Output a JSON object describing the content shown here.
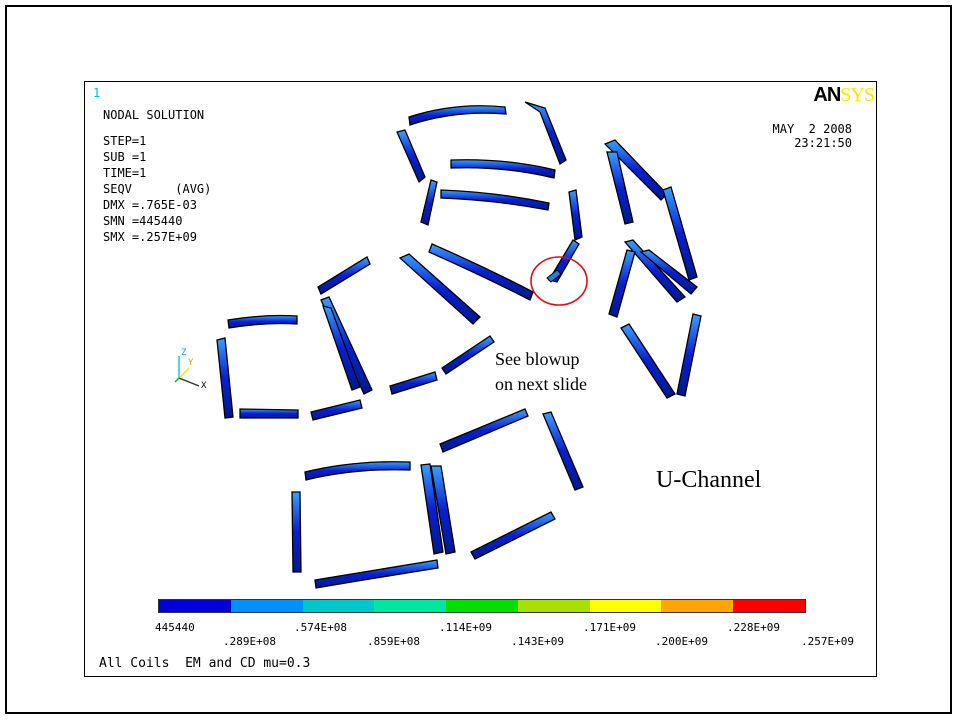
{
  "window_number": "1",
  "logo": {
    "part1": "AN",
    "part2": "SYS"
  },
  "info_lines": [
    "NODAL SOLUTION",
    "STEP=1",
    "SUB =1",
    "TIME=1",
    "SEQV      (AVG)",
    "DMX =.765E-03",
    "SMN =445440",
    "SMX =.257E+09"
  ],
  "date": {
    "line1": "MAY  2 2008",
    "line2": "23:21:50"
  },
  "annotation": {
    "line1": "See blowup",
    "line2": "on next slide"
  },
  "label_uchannel": "U-Channel",
  "triad": {
    "z": "Z",
    "y": "Y",
    "x": "X"
  },
  "legend": {
    "colors": [
      "#0000d8",
      "#0090ff",
      "#00c8c8",
      "#00e8a0",
      "#00e000",
      "#a8e000",
      "#ffff00",
      "#ffa500",
      "#ff0000"
    ],
    "ticks_top": [
      "445440",
      ".574E+08",
      ".114E+09",
      ".171E+09",
      ".228E+09"
    ],
    "ticks_bottom": [
      ".289E+08",
      ".859E+08",
      ".143E+09",
      ".200E+09",
      ".257E+09"
    ]
  },
  "footer": "All Coils  EM and CD mu=0.3"
}
